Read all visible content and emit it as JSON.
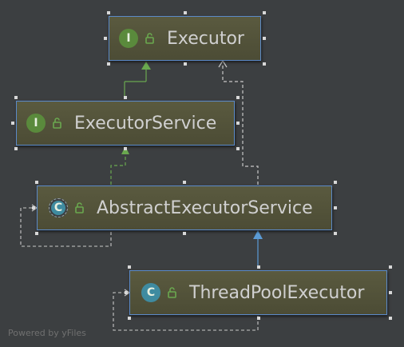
{
  "diagram": {
    "nodes": [
      {
        "id": "executor",
        "label": "Executor",
        "kind": "interface",
        "badge": "I"
      },
      {
        "id": "executor-service",
        "label": "ExecutorService",
        "kind": "interface",
        "badge": "I"
      },
      {
        "id": "abstract-executor-service",
        "label": "AbstractExecutorService",
        "kind": "abstract-class",
        "badge": "C"
      },
      {
        "id": "thread-pool-executor",
        "label": "ThreadPoolExecutor",
        "kind": "class",
        "badge": "C"
      }
    ],
    "edges": [
      {
        "from": "executor-service",
        "to": "executor",
        "type": "extends"
      },
      {
        "from": "abstract-executor-service",
        "to": "executor-service",
        "type": "implements"
      },
      {
        "from": "abstract-executor-service",
        "to": "executor",
        "type": "implements"
      },
      {
        "from": "thread-pool-executor",
        "to": "abstract-executor-service",
        "type": "extends"
      }
    ]
  },
  "colors": {
    "background": "#3c3f41",
    "node_border": "#5b8ac9",
    "interface_badge": "#5a8a3c",
    "class_badge": "#3f8ba0",
    "extends_interface_line": "#6aa84f",
    "extends_class_line": "#5b9bd5",
    "dashed_line": "#c8c8c8"
  },
  "icons": {
    "visibility": "unlocked-padlock-icon"
  },
  "watermark": "Powered by yFiles"
}
